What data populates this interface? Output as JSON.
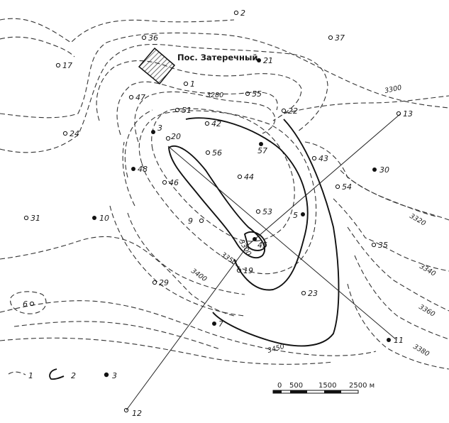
{
  "settlement": {
    "label": "Пос. Затеречный"
  },
  "wells": [
    {
      "id": "2",
      "type": "open"
    },
    {
      "id": "36",
      "type": "open"
    },
    {
      "id": "37",
      "type": "open"
    },
    {
      "id": "17",
      "type": "open"
    },
    {
      "id": "21",
      "type": "filled"
    },
    {
      "id": "1",
      "type": "open"
    },
    {
      "id": "47",
      "type": "open"
    },
    {
      "id": "55",
      "type": "open"
    },
    {
      "id": "51",
      "type": "open"
    },
    {
      "id": "22",
      "type": "open"
    },
    {
      "id": "13",
      "type": "open"
    },
    {
      "id": "42",
      "type": "open"
    },
    {
      "id": "24",
      "type": "open"
    },
    {
      "id": "3",
      "type": "filled"
    },
    {
      "id": "20",
      "type": "open"
    },
    {
      "id": "57",
      "type": "filled"
    },
    {
      "id": "56",
      "type": "open"
    },
    {
      "id": "43",
      "type": "open"
    },
    {
      "id": "48",
      "type": "filled"
    },
    {
      "id": "30",
      "type": "filled"
    },
    {
      "id": "44",
      "type": "open"
    },
    {
      "id": "46",
      "type": "open"
    },
    {
      "id": "54",
      "type": "open"
    },
    {
      "id": "31",
      "type": "open"
    },
    {
      "id": "10",
      "type": "filled"
    },
    {
      "id": "53",
      "type": "open"
    },
    {
      "id": "5",
      "type": "filled"
    },
    {
      "id": "9",
      "type": "open"
    },
    {
      "id": "45",
      "type": "filled"
    },
    {
      "id": "35",
      "type": "open"
    },
    {
      "id": "19",
      "type": "open"
    },
    {
      "id": "29",
      "type": "open"
    },
    {
      "id": "23",
      "type": "open"
    },
    {
      "id": "6",
      "type": "open"
    },
    {
      "id": "7",
      "type": "filled"
    },
    {
      "id": "11",
      "type": "filled"
    },
    {
      "id": "12",
      "type": "open"
    }
  ],
  "contours": [
    "3280",
    "3300",
    "3320",
    "3340",
    "3360",
    "3380",
    "3300",
    "3350",
    "3400",
    "3450"
  ],
  "legend": [
    {
      "symbol": "dashed-line",
      "label": "1"
    },
    {
      "symbol": "solid-line",
      "label": "2"
    },
    {
      "symbol": "filled-dot",
      "label": "3"
    }
  ],
  "scale": {
    "ticks": [
      "0",
      "500",
      "1500",
      "2500 м"
    ]
  }
}
